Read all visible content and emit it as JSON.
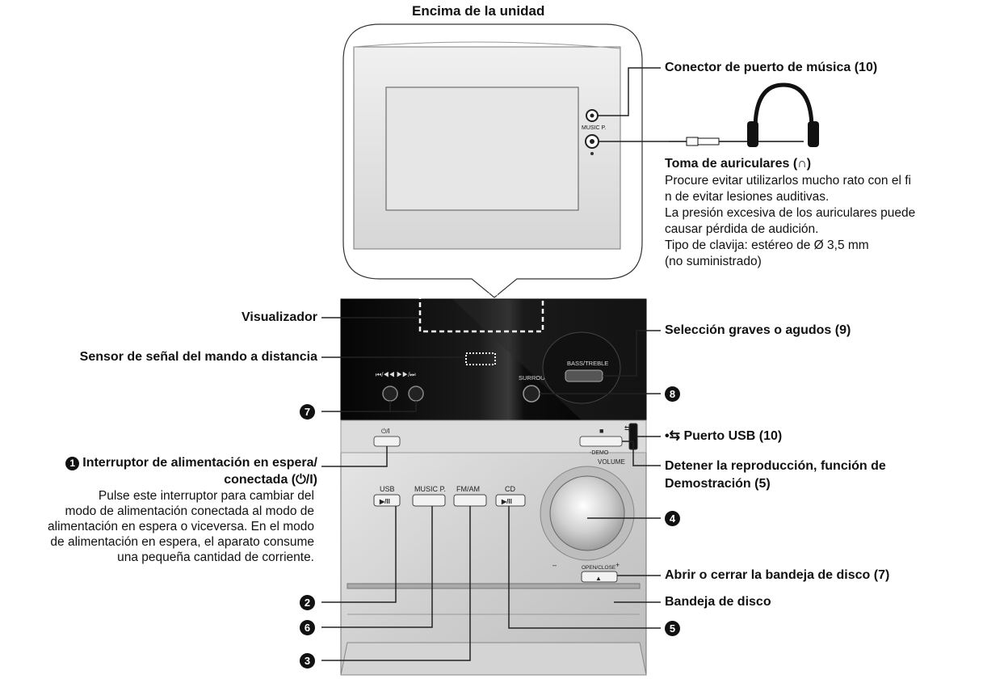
{
  "header": {
    "title": "Encima de la unidad"
  },
  "top_panel": {
    "music_port_tag": "MUSIC P."
  },
  "callouts": {
    "music_port": "Conector de puerto de música (10)",
    "headphones_title": "Toma de auriculares (∩)",
    "headphones_notes": [
      "Procure evitar utilizarlos mucho rato con el fi",
      "n de evitar lesiones auditivas.",
      "La presión excesiva de los auriculares puede",
      "causar pérdida de audición.",
      "Tipo de clavija: estéreo de Ø 3,5 mm",
      "(no suministrado)"
    ],
    "display": "Visualizador",
    "remote_sensor": "Sensor de señal del mando a distancia",
    "bass_treble": "Selección graves o agudos (9)",
    "usb_port": "Puerto USB (10)",
    "stop_demo_line1": "Detener la reproducción, función de",
    "stop_demo_line2": "Demostración (5)",
    "power_line1": "Interruptor de alimentación en espera/",
    "power_line2": "conectada (⏻/I)",
    "power_desc": [
      "Pulse este interruptor para cambiar del",
      "modo de alimentación conectada al modo de",
      "alimentación en espera o viceversa. En el modo",
      "de alimentación en espera, el aparato consume",
      "una pequeña cantidad de corriente."
    ],
    "open_close": "Abrir o cerrar la bandeja de disco (7)",
    "disc_tray": "Bandeja de disco"
  },
  "numbers": {
    "n1": "1",
    "n2": "2",
    "n3": "3",
    "n4": "4",
    "n5": "5",
    "n6": "6",
    "n7": "7",
    "n8": "8"
  },
  "panel_labels": {
    "skip": "⏮/◀◀   ▶▶/⏭",
    "surround": "SURROUND",
    "bass_treble": "BASS/TREBLE",
    "power": "⏻/I",
    "stop": "■",
    "demo": "-DEMO",
    "volume": "VOLUME",
    "vol_minus": "–",
    "vol_plus": "+",
    "usb": "USB",
    "music_p": "MUSIC P.",
    "fm_am": "FM/AM",
    "cd": "CD",
    "play_pause": "▶/II",
    "open_close": "OPEN/CLOSE",
    "eject": "▲"
  },
  "colors": {
    "panel_black": "#0c0c0c",
    "silver": "#d8d8d8",
    "accent": "#111111"
  }
}
